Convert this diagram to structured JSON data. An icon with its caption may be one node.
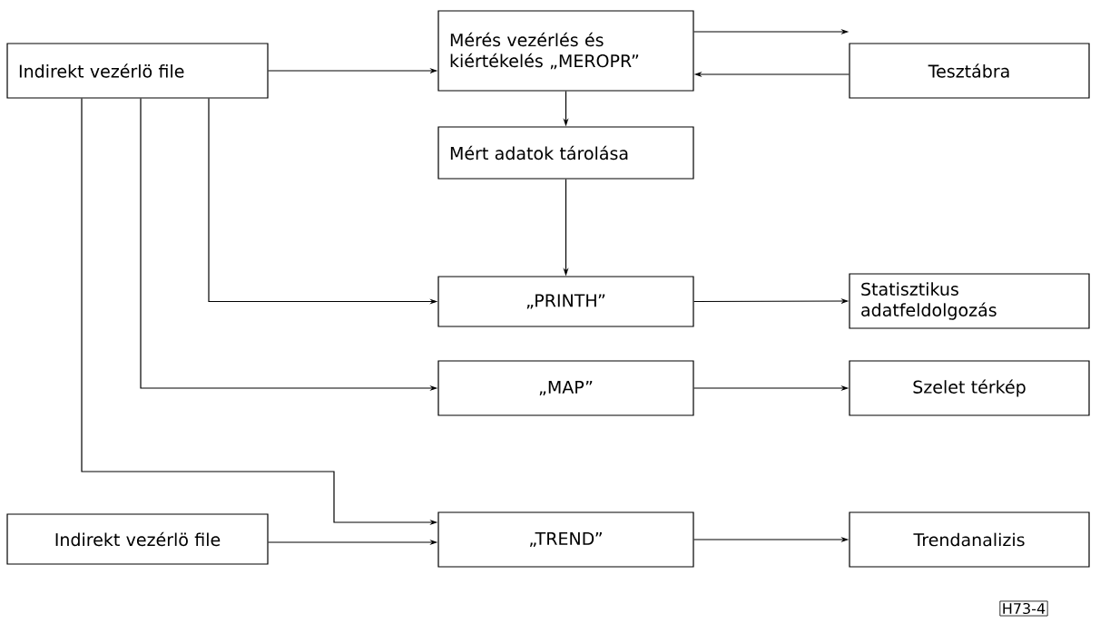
{
  "diagram": {
    "nodes": [
      {
        "text": [
          "Indirekt vezérlö file"
        ]
      },
      {
        "text": [
          "Mérés vezérlés és kiértékelés „MEROPR”"
        ]
      },
      {
        "text": [
          "Tesztábra"
        ]
      },
      {
        "text": [
          "Mért adatok tárolása"
        ]
      },
      {
        "text": [
          "„PRINTH”"
        ]
      },
      {
        "text": [
          "Statisztikus adatfeldolgozás"
        ]
      },
      {
        "text": [
          "„MAP”"
        ]
      },
      {
        "text": [
          "Szelet térkép"
        ]
      },
      {
        "text": [
          "Indirekt vezérlö file"
        ]
      },
      {
        "text": [
          "„TREND”"
        ]
      },
      {
        "text": [
          "Trendanalizis"
        ]
      }
    ],
    "edges": [
      {
        "from": 0,
        "to": 1,
        "arrow": "to"
      },
      {
        "from": 1,
        "to": 2,
        "arrow": "to"
      },
      {
        "from": 2,
        "to": 1,
        "arrow": "to"
      },
      {
        "from": 1,
        "to": 3,
        "arrow": "to"
      },
      {
        "from": 3,
        "to": 4,
        "arrow": "to"
      },
      {
        "from": 0,
        "to": 4,
        "arrow": "to"
      },
      {
        "from": 4,
        "to": 5,
        "arrow": "to"
      },
      {
        "from": 0,
        "to": 6,
        "arrow": "to"
      },
      {
        "from": 6,
        "to": 7,
        "arrow": "to"
      },
      {
        "from": 0,
        "to": 9,
        "arrow": "to"
      },
      {
        "from": 8,
        "to": 9,
        "arrow": "to"
      },
      {
        "from": 9,
        "to": 10,
        "arrow": "to"
      }
    ],
    "labels": [
      "H73-4"
    ]
  }
}
